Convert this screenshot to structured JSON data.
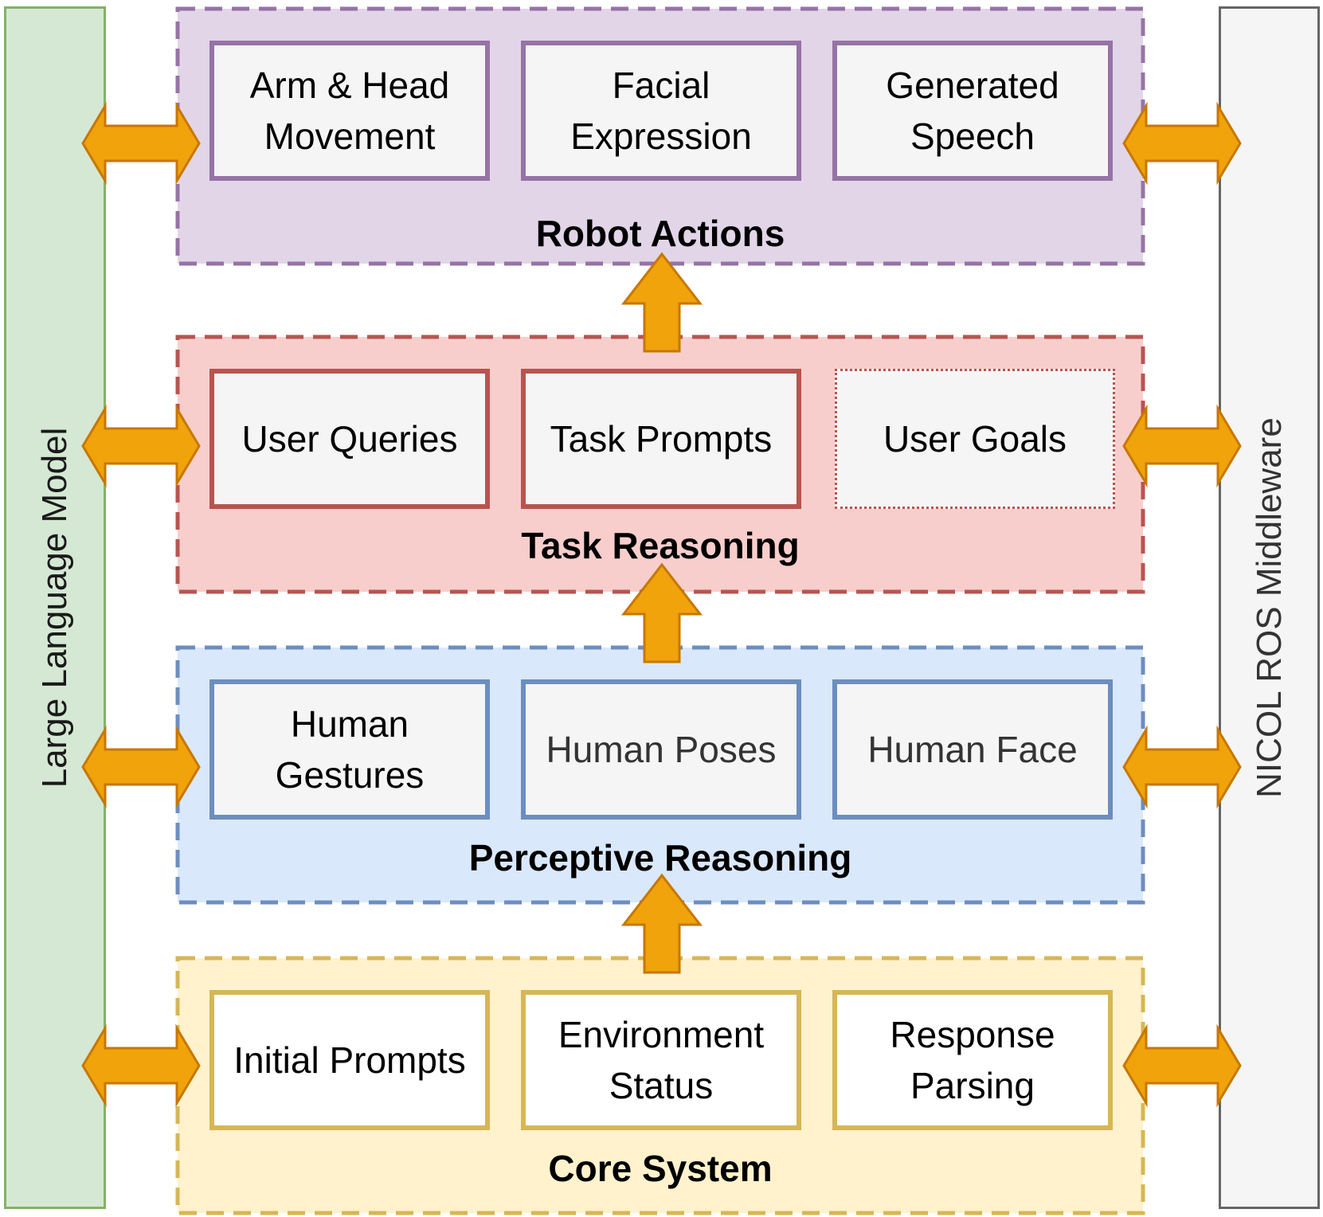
{
  "sidebars": {
    "left": {
      "label": "Large Language Model",
      "fill": "#d5e8d4",
      "stroke": "#82b366"
    },
    "right": {
      "label": "NICOL ROS Middleware",
      "fill": "#f5f5f5",
      "stroke": "#666666"
    }
  },
  "arrow_color": {
    "fill": "#f0a30a",
    "stroke": "#c77700"
  },
  "layers": [
    {
      "title": "Robot Actions",
      "fill": "#e1d5e7",
      "stroke": "#9673a6",
      "item_fill": "#f5f5f5",
      "items": [
        {
          "label": "Arm & Head\nMovement"
        },
        {
          "label": "Facial\nExpression"
        },
        {
          "label": "Generated\nSpeech"
        }
      ]
    },
    {
      "title": "Task Reasoning",
      "fill": "#f8cecc",
      "stroke": "#b85450",
      "item_fill": "#f5f5f5",
      "items": [
        {
          "label": "User Queries"
        },
        {
          "label": "Task Prompts"
        },
        {
          "label": "User Goals"
        }
      ]
    },
    {
      "title": "Perceptive Reasoning",
      "fill": "#dae8fc",
      "stroke": "#6c8ebf",
      "item_fill": "#f5f5f5",
      "items": [
        {
          "label": "Human\nGestures"
        },
        {
          "label": "Human Poses"
        },
        {
          "label": "Human Face"
        }
      ]
    },
    {
      "title": "Core System",
      "fill": "#fff2cc",
      "stroke": "#d6b656",
      "item_fill": "#ffffff",
      "items": [
        {
          "label": "Initial Prompts"
        },
        {
          "label": "Environment\nStatus"
        },
        {
          "label": "Response\nParsing"
        }
      ]
    }
  ]
}
